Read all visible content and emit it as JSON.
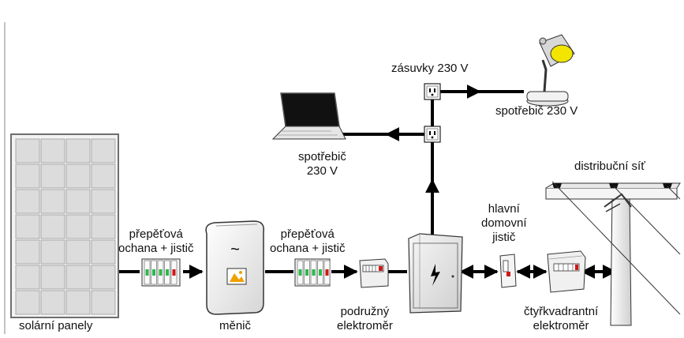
{
  "labels": {
    "solar_panels": "solární panely",
    "surge_protection_1": [
      "přepěťová",
      "ochana + jistič"
    ],
    "inverter": "měnič",
    "surge_protection_2": [
      "přepěťová",
      "ochana + jistič"
    ],
    "sub_meter": [
      "podružný",
      "elektroměr"
    ],
    "outlets": "zásuvky 230 V",
    "appliance_lamp": "spotřebič 230 V",
    "appliance_laptop": [
      "spotřebič",
      "230 V"
    ],
    "main_breaker": [
      "hlavní",
      "domovní",
      "jistič"
    ],
    "four_quadrant_meter": [
      "čtyřkvadrantní",
      "elektroměr"
    ],
    "distribution_grid": "distribuční síť"
  },
  "colors": {
    "line": "#000000",
    "panel_cell": "#dcdcdc",
    "panel_frame": "#6e6e6e",
    "breaker_green": "#2db84b",
    "breaker_red": "#d01818",
    "lamp_yellow": "#f2e600",
    "inverter_display": "#f0a000"
  },
  "icons": [
    "solar-panel-icon",
    "breaker-icon",
    "inverter-icon",
    "meter-icon",
    "switchboard-icon",
    "outlet-icon",
    "laptop-icon",
    "lamp-icon",
    "utility-pole-icon"
  ]
}
